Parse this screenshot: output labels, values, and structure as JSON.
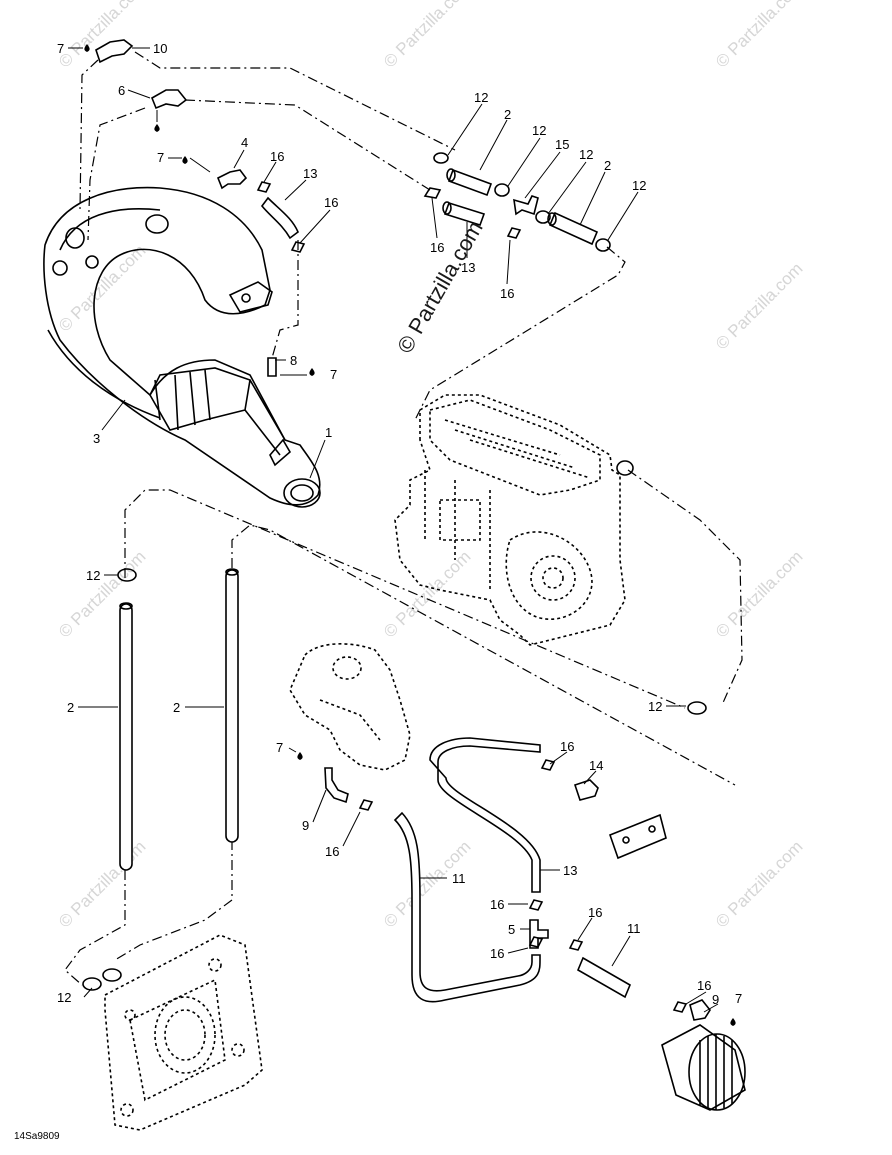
{
  "watermark": {
    "text": "© Partzilla.com",
    "main_text": "© Partzilla.com"
  },
  "diagram_code": "14Sa9809",
  "callouts": [
    {
      "id": "c7a",
      "label": "7"
    },
    {
      "id": "c10",
      "label": "10"
    },
    {
      "id": "c6",
      "label": "6"
    },
    {
      "id": "c7b",
      "label": "7"
    },
    {
      "id": "c4",
      "label": "4"
    },
    {
      "id": "c16a",
      "label": "16"
    },
    {
      "id": "c13a",
      "label": "13"
    },
    {
      "id": "c16b",
      "label": "16"
    },
    {
      "id": "c8",
      "label": "8"
    },
    {
      "id": "c7c",
      "label": "7"
    },
    {
      "id": "c3",
      "label": "3"
    },
    {
      "id": "c1",
      "label": "1"
    },
    {
      "id": "c12a",
      "label": "12"
    },
    {
      "id": "c2a",
      "label": "2"
    },
    {
      "id": "c12b",
      "label": "12"
    },
    {
      "id": "c15",
      "label": "15"
    },
    {
      "id": "c12c",
      "label": "12"
    },
    {
      "id": "c2b",
      "label": "2"
    },
    {
      "id": "c12d",
      "label": "12"
    },
    {
      "id": "c16c",
      "label": "16"
    },
    {
      "id": "c13b",
      "label": "13"
    },
    {
      "id": "c16d",
      "label": "16"
    },
    {
      "id": "c12e",
      "label": "12"
    },
    {
      "id": "c2c",
      "label": "2"
    },
    {
      "id": "c2d",
      "label": "2"
    },
    {
      "id": "c12f",
      "label": "12"
    },
    {
      "id": "c7d",
      "label": "7"
    },
    {
      "id": "c9a",
      "label": "9"
    },
    {
      "id": "c16e",
      "label": "16"
    },
    {
      "id": "c16f",
      "label": "16"
    },
    {
      "id": "c14",
      "label": "14"
    },
    {
      "id": "c11a",
      "label": "11"
    },
    {
      "id": "c13c",
      "label": "13"
    },
    {
      "id": "c16g",
      "label": "16"
    },
    {
      "id": "c5",
      "label": "5"
    },
    {
      "id": "c16h",
      "label": "16"
    },
    {
      "id": "c16i",
      "label": "16"
    },
    {
      "id": "c11b",
      "label": "11"
    },
    {
      "id": "c16j",
      "label": "16"
    },
    {
      "id": "c9b",
      "label": "9"
    },
    {
      "id": "c7e",
      "label": "7"
    },
    {
      "id": "c12g",
      "label": "12"
    }
  ]
}
